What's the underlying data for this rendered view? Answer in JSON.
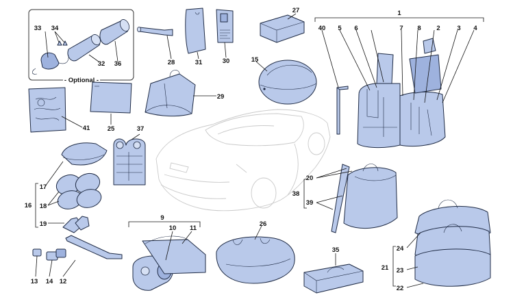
{
  "diagram": {
    "optional_label": "- Optional -",
    "numbers": {
      "n1": "1",
      "n2": "2",
      "n3": "3",
      "n4": "4",
      "n5": "5",
      "n6": "6",
      "n7": "7",
      "n8": "8",
      "n9": "9",
      "n10": "10",
      "n11": "11",
      "n12": "12",
      "n13": "13",
      "n14": "14",
      "n15": "15",
      "n16": "16",
      "n17": "17",
      "n18": "18",
      "n19": "19",
      "n20": "20",
      "n21": "21",
      "n22": "22",
      "n23": "23",
      "n24": "24",
      "n25": "25",
      "n26": "26",
      "n27": "27",
      "n28": "28",
      "n29": "29",
      "n30": "30",
      "n31": "31",
      "n32": "32",
      "n33": "33",
      "n34": "34",
      "n35": "35",
      "n36": "36",
      "n37": "37",
      "n38": "38",
      "n39": "39",
      "n40": "40",
      "n41": "41"
    },
    "colors": {
      "part_fill": "#b9c9ea",
      "part_dark": "#9eb2de",
      "outline": "#1e2a44",
      "car_outline": "#c9c9c9"
    }
  }
}
